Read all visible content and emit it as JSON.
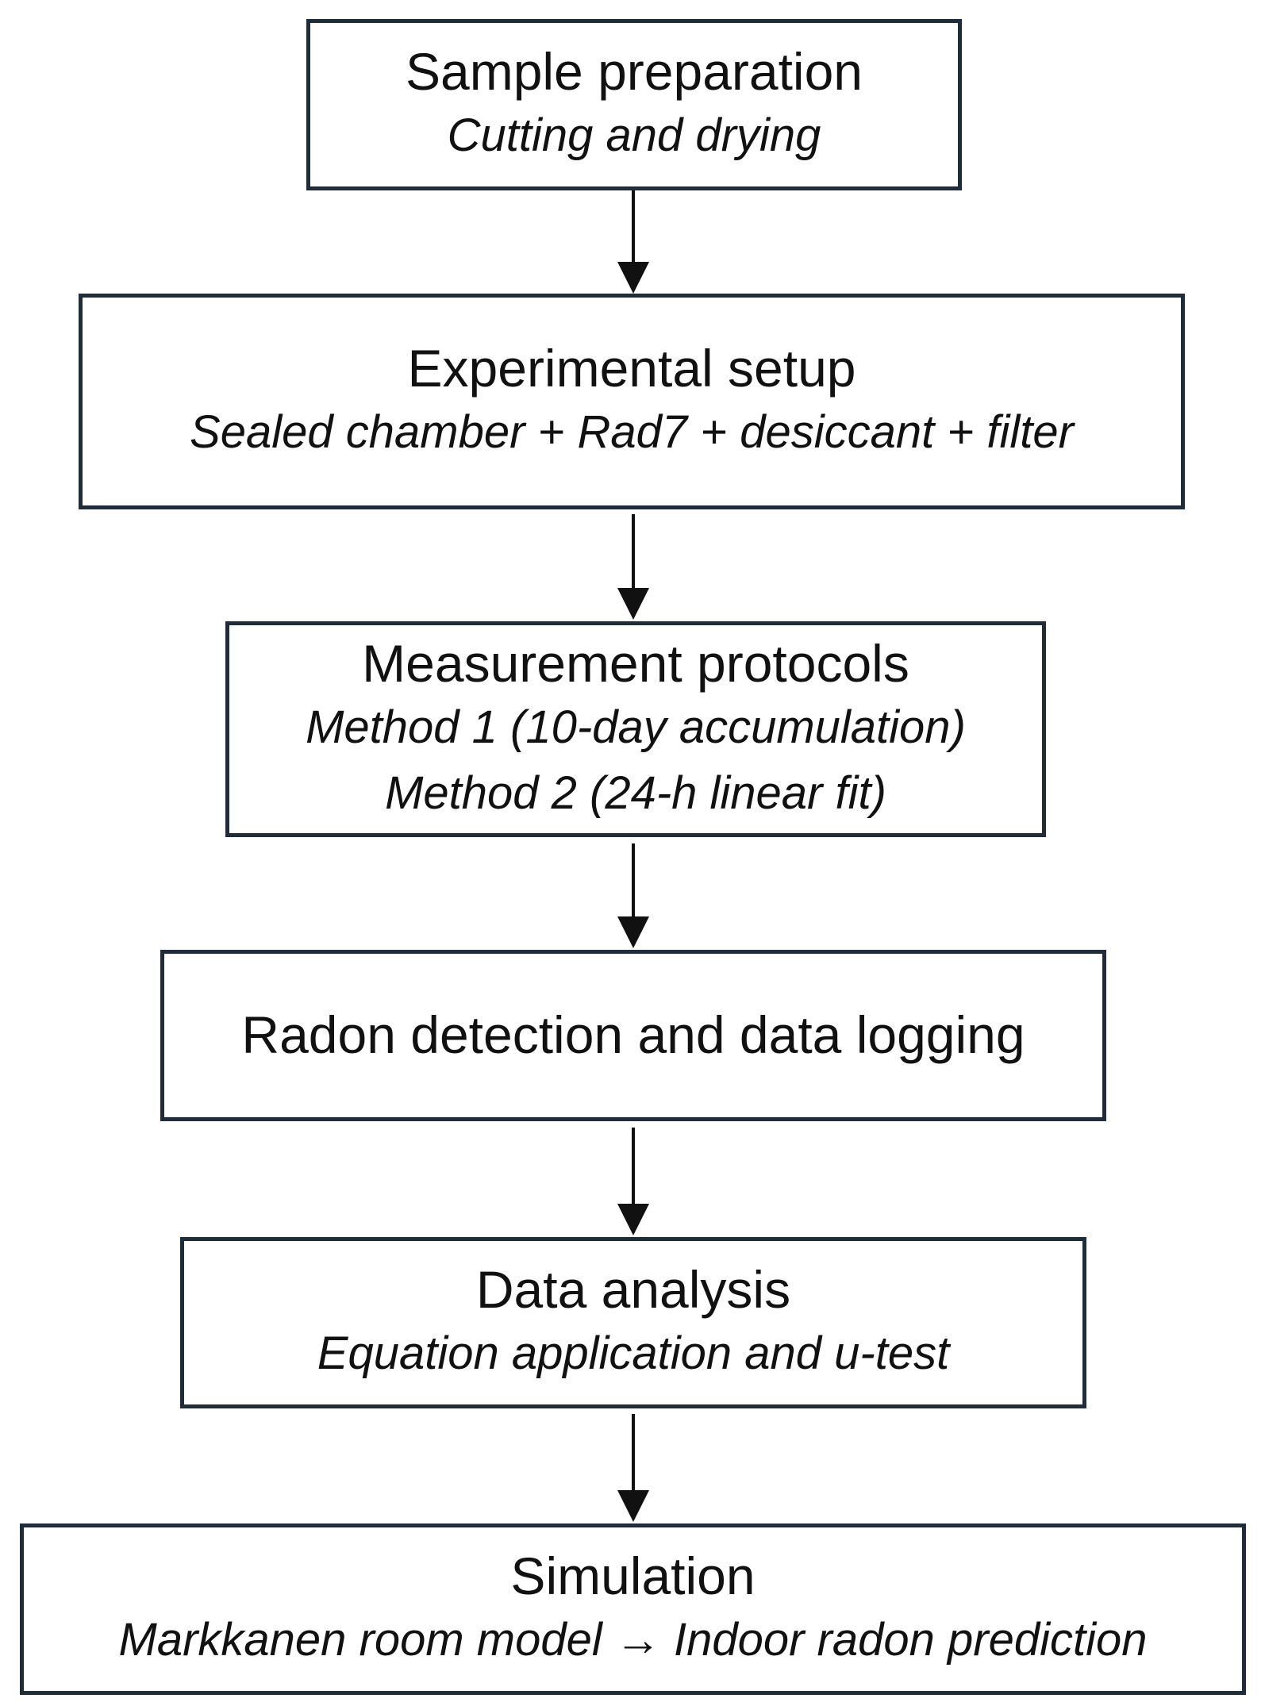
{
  "steps": [
    {
      "title": "Sample preparation",
      "lines": [
        "Cutting and drying"
      ]
    },
    {
      "title": "Experimental setup",
      "lines": [
        "Sealed chamber + Rad7 + desiccant + filter"
      ]
    },
    {
      "title": "Measurement protocols",
      "lines": [
        "Method 1 (10-day accumulation)",
        "Method 2 (24-h linear fit)"
      ]
    },
    {
      "title": "Radon detection and data logging",
      "lines": []
    },
    {
      "title": "Data analysis",
      "lines": [
        "Equation application and u-test"
      ]
    },
    {
      "title": "Simulation",
      "lines": [
        "Markkanen room model → Indoor radon prediction"
      ]
    }
  ],
  "colors": {
    "box_border": "#1f2d3a",
    "arrow": "#111111",
    "text": "#111111"
  }
}
